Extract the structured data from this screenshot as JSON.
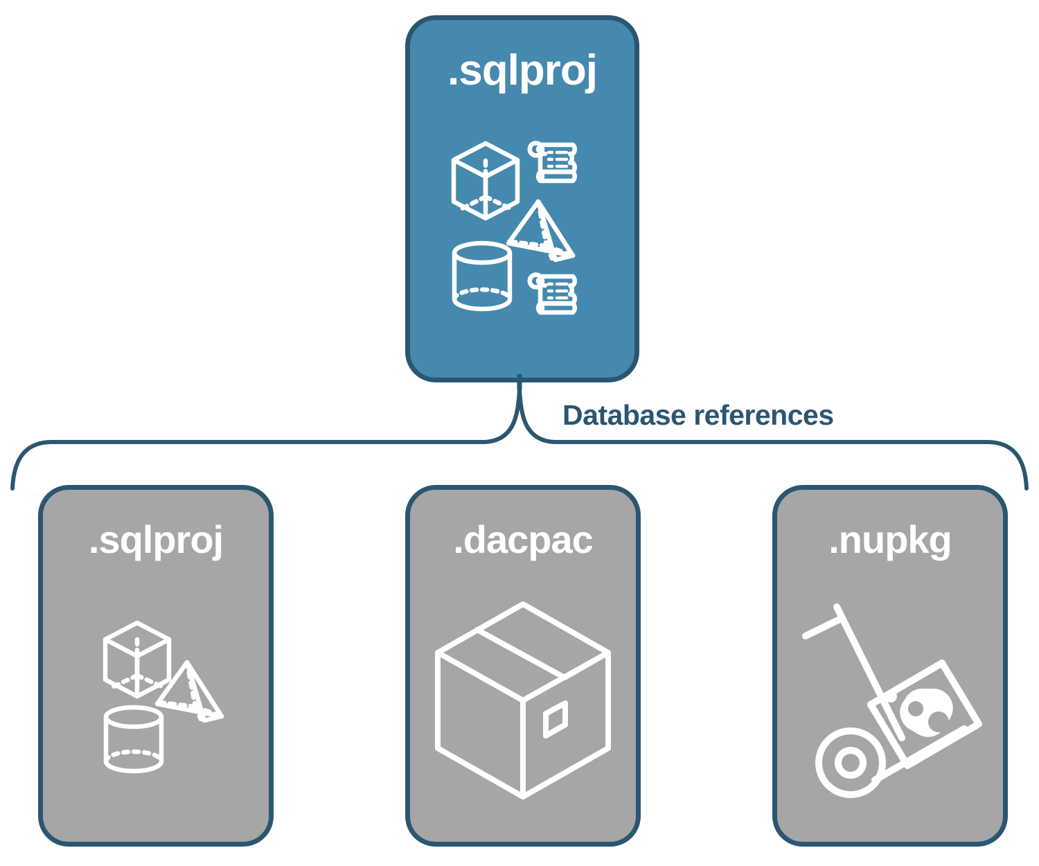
{
  "diagram": {
    "title_text": "Database references",
    "colors": {
      "accent_blue": "#4589ae",
      "gray": "#a6a6a6",
      "outline_navy": "#2b5671",
      "icon_white": "#ffffff",
      "background": "#ffffff"
    }
  },
  "top_card": {
    "label": ".sqlproj",
    "fill": "blue",
    "icons": [
      "cube-icon",
      "scroll-icon",
      "pyramid-icon",
      "cylinder-icon",
      "scroll-icon"
    ]
  },
  "connector": {
    "label": "Database references",
    "style": "curly-brace"
  },
  "reference_cards": [
    {
      "label": ".sqlproj",
      "fill": "gray",
      "icons": [
        "cube-icon",
        "pyramid-icon",
        "cylinder-icon"
      ]
    },
    {
      "label": ".dacpac",
      "fill": "gray",
      "icons": [
        "package-box-icon"
      ]
    },
    {
      "label": ".nupkg",
      "fill": "gray",
      "icons": [
        "hand-truck-nuget-icon"
      ]
    }
  ]
}
